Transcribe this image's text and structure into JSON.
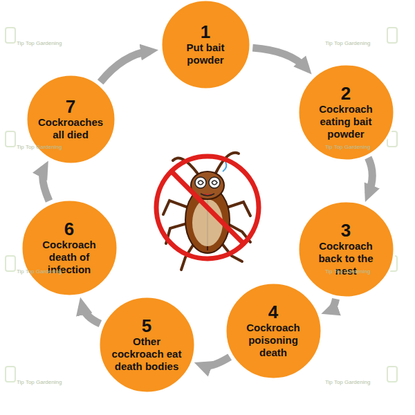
{
  "diagram": {
    "nodes": [
      {
        "text": [
          "1",
          "Put bait powder"
        ]
      },
      {
        "text": [
          "2",
          "Cockroach eating bait powder"
        ]
      },
      {
        "text": [
          "3",
          "Cockroach back to the nest"
        ]
      },
      {
        "text": [
          "4",
          "Cockroach poisoning death"
        ]
      },
      {
        "text": [
          "5",
          "Other cockroach eat death bodies"
        ]
      },
      {
        "text": [
          "6",
          "Cockroach death of infection"
        ]
      },
      {
        "text": [
          "7",
          "Cockroaches all died"
        ]
      }
    ],
    "edges": [
      {
        "from": 0,
        "to": 1,
        "arrow": "to"
      },
      {
        "from": 1,
        "to": 2,
        "arrow": "to"
      },
      {
        "from": 2,
        "to": 3,
        "arrow": "to"
      },
      {
        "from": 3,
        "to": 4,
        "arrow": "to"
      },
      {
        "from": 4,
        "to": 5,
        "arrow": "to"
      },
      {
        "from": 5,
        "to": 6,
        "arrow": "to"
      },
      {
        "from": 6,
        "to": 0,
        "arrow": "to"
      }
    ],
    "labels": [
      "Tip Top Gardening",
      "Tip Top Gardening",
      "Tip Top Gardening",
      "Tip Top Gardening",
      "Tip Top Gardening",
      "Tip Top Gardening",
      "Tip Top Gardening",
      "Tip Top Gardening"
    ]
  }
}
